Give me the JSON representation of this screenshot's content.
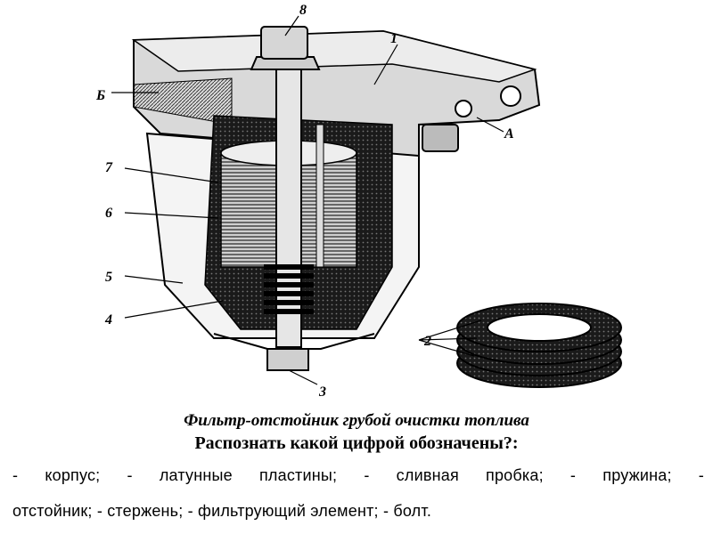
{
  "figure": {
    "callouts": [
      "1",
      "2",
      "3",
      "4",
      "5",
      "6",
      "7",
      "8",
      "А",
      "Б"
    ]
  },
  "caption": {
    "title": "Фильтр-отстойник грубой очистки топлива",
    "question": "Распознать какой цифрой обозначены?:"
  },
  "task": {
    "line1": "- корпус; - латунные пластины; - сливная пробка; - пружина;  -",
    "line2": "отстойник; - стержень; - фильтрующий элемент; - болт."
  }
}
